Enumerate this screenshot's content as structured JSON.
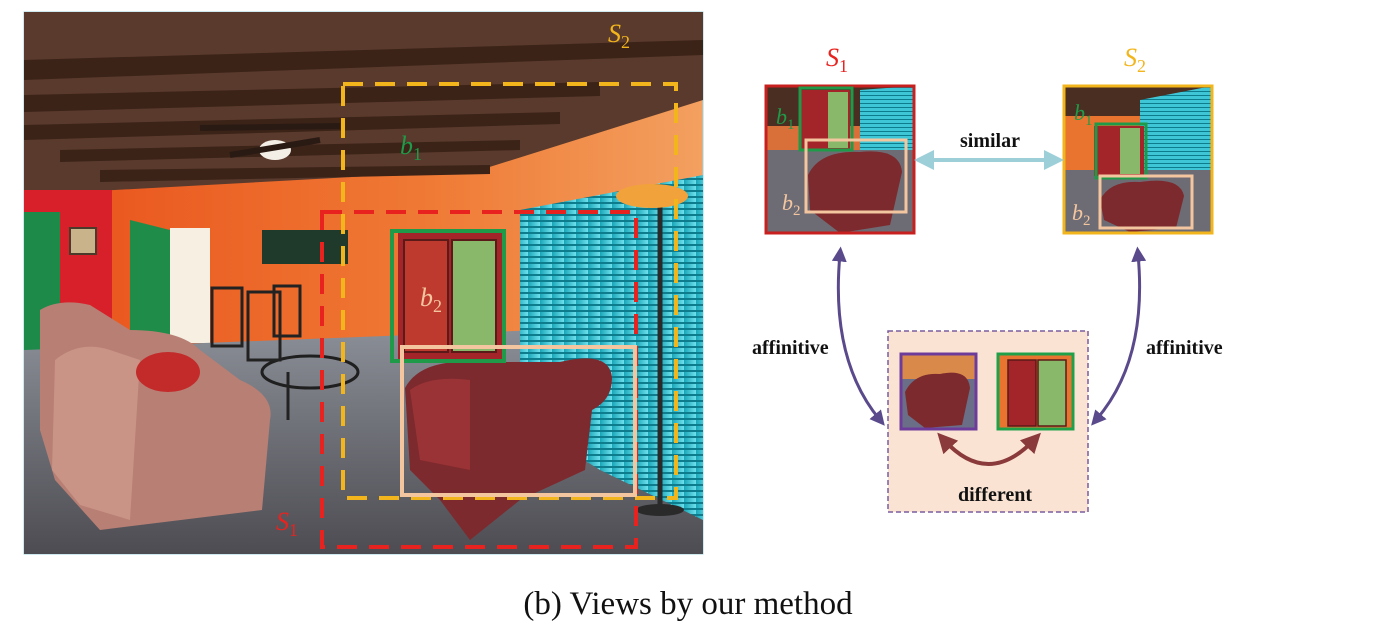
{
  "colors": {
    "s1": "#e8231f",
    "s2": "#f2b51c",
    "b1": "#1f9a48",
    "b2": "#f4c6a0",
    "affinitive_arrow": "#5a4a8c",
    "similar_arrow": "#9dcfd8",
    "different_arrow": "#8a3a3a",
    "panel_bg": "#fae3d3",
    "panel_border": "#7a5c9e",
    "crop_left_border": "#6d3c9a",
    "crop_right_border": "#21a04a"
  },
  "scene": {
    "labels": {
      "s1": "S",
      "s1_sub": "1",
      "s2": "S",
      "s2_sub": "2",
      "b1": "b",
      "b1_sub": "1",
      "b2": "b",
      "b2_sub": "2"
    }
  },
  "diagram": {
    "view_s1_title": "S",
    "view_s1_sub": "1",
    "view_s2_title": "S",
    "view_s2_sub": "2",
    "similar_label": "similar",
    "affinitive_left": "affinitive",
    "affinitive_right": "affinitive",
    "different_label": "different",
    "box_b1": "b",
    "box_b1_sub": "1",
    "box_b2": "b",
    "box_b2_sub": "2"
  },
  "caption": "(b) Views by our method"
}
